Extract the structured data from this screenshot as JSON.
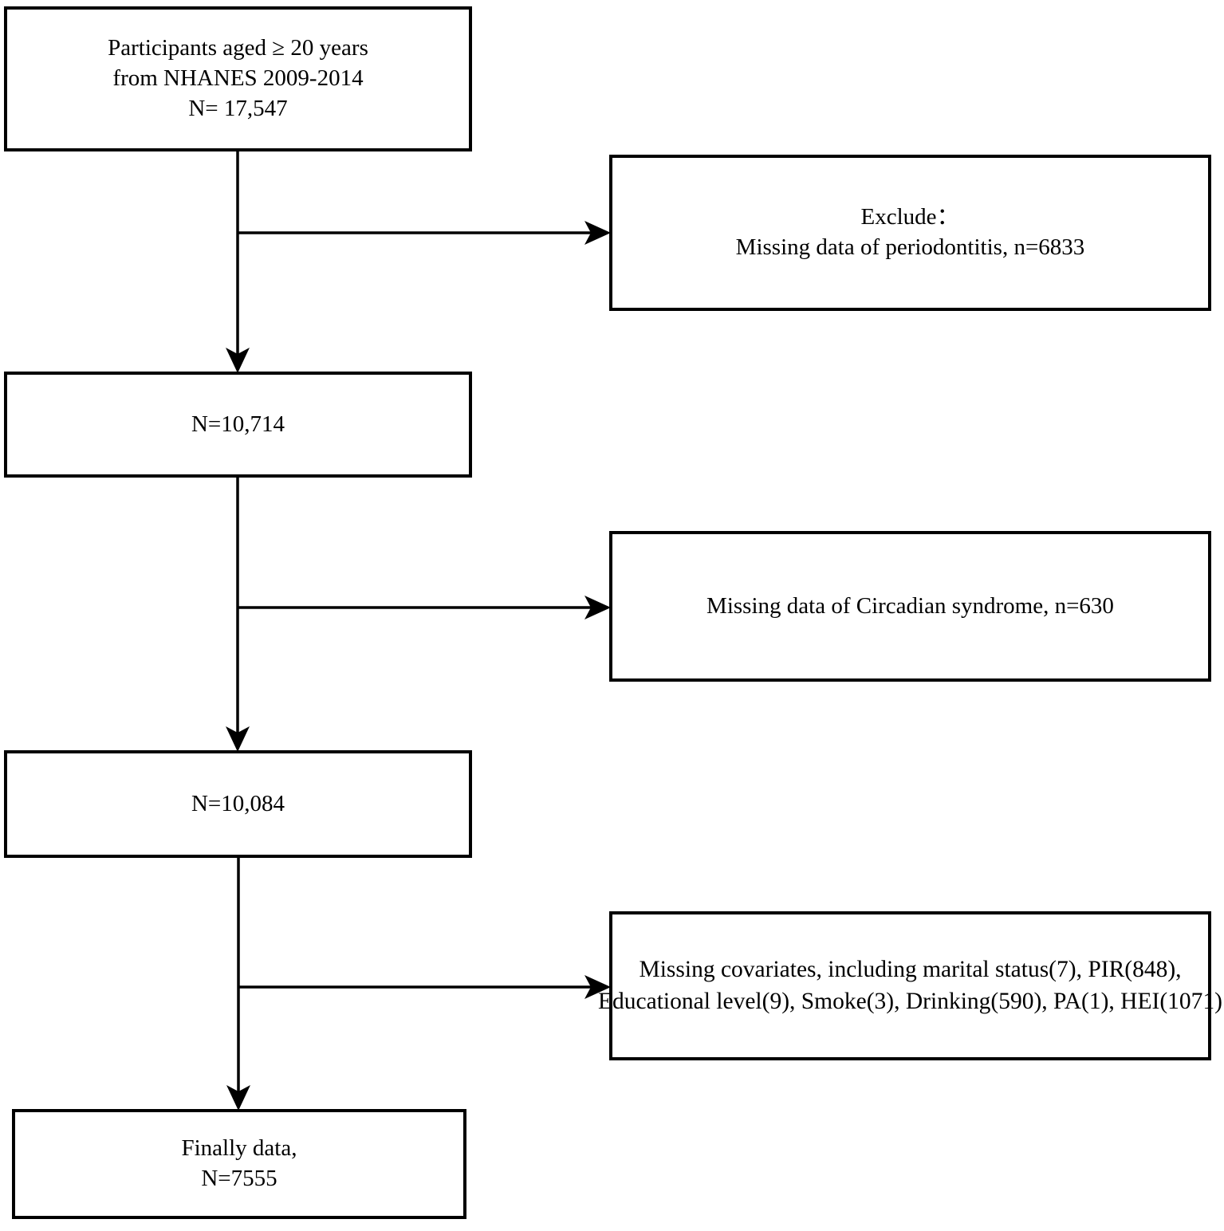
{
  "diagram": {
    "title": "Study participant selection flowchart",
    "type": "flowchart",
    "colors": {
      "background": "#ffffff",
      "stroke": "#000000",
      "box_fill": "#ffffff",
      "text": "#000000"
    },
    "nodes": [
      {
        "id": "source-population",
        "role": "start",
        "lines": [
          "Participants aged ≥ 20 years",
          "from NHANES 2009-2014",
          "N= 17,547"
        ]
      },
      {
        "id": "exclude-periodontitis",
        "role": "exclusion",
        "lines": [
          "Exclude：",
          "Missing data of  periodontitis, n=6833"
        ]
      },
      {
        "id": "after-periodontitis",
        "role": "cohort",
        "lines": [
          "N=10,714"
        ]
      },
      {
        "id": "exclude-circadian",
        "role": "exclusion",
        "lines": [
          "Missing data of Circadian syndrome, n=630"
        ]
      },
      {
        "id": "after-circadian",
        "role": "cohort",
        "lines": [
          "N=10,084"
        ]
      },
      {
        "id": "exclude-covariates",
        "role": "exclusion",
        "lines": [
          "Missing covariates, including marital status(7), PIR(848),",
          "Educational level(9), Smoke(3), Drinking(590), PA(1), HEI(1071)"
        ]
      },
      {
        "id": "final-sample",
        "role": "end",
        "lines": [
          "Finally data,",
          "N=7555"
        ]
      }
    ],
    "counts": {
      "initial": "17,547",
      "missing_periodontitis": "6833",
      "after_periodontitis": "10,714",
      "missing_circadian": "630",
      "after_circadian": "10,084",
      "missing_marital_status": "7",
      "missing_pir": "848",
      "missing_education": "9",
      "missing_smoke": "3",
      "missing_drinking": "590",
      "missing_pa": "1",
      "missing_hei": "1071",
      "final": "7555"
    }
  }
}
